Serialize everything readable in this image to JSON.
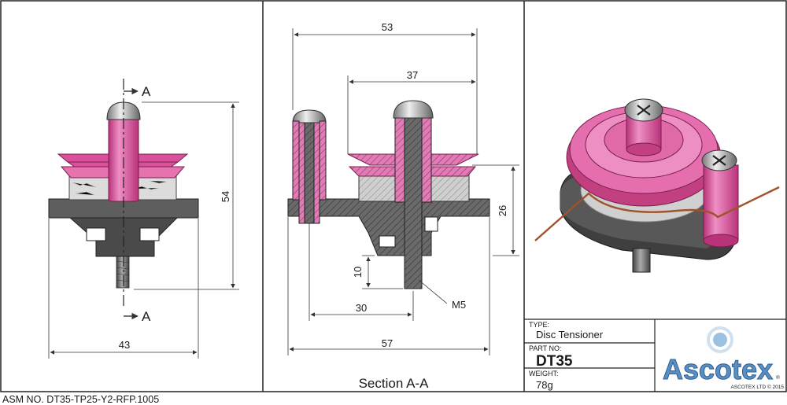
{
  "views": {
    "front": {
      "section_mark_top": "A",
      "section_mark_bottom": "A",
      "dim_height": "54",
      "dim_width": "43"
    },
    "section": {
      "title": "Section A-A",
      "dim_overall_top": "53",
      "dim_spacing": "37",
      "dim_height": "26",
      "dim_stud": "10",
      "dim_offset": "30",
      "dim_overall_bottom": "57",
      "thread_callout": "M5"
    }
  },
  "title_block": {
    "type_label": "TYPE:",
    "type_value": "Disc Tensioner",
    "part_label": "PART NO:",
    "part_value": "DT35",
    "weight_label": "WEIGHT:",
    "weight_value": "78g",
    "logo_text": "Ascotex",
    "registered": "®",
    "copyright": "ASCOTEX LTD © 2015"
  },
  "footer": {
    "asm_number": "ASM NO. DT35-TP25-Y2-RFP.1005"
  },
  "colors": {
    "pink": "#d9519a",
    "pink_light": "#ee8fc3",
    "dark_grey": "#444444",
    "base_grey": "#5e5e5e",
    "ceramic": "#dddddd",
    "logo_blue": "#5a8fc3",
    "wire": "#a0522d"
  }
}
